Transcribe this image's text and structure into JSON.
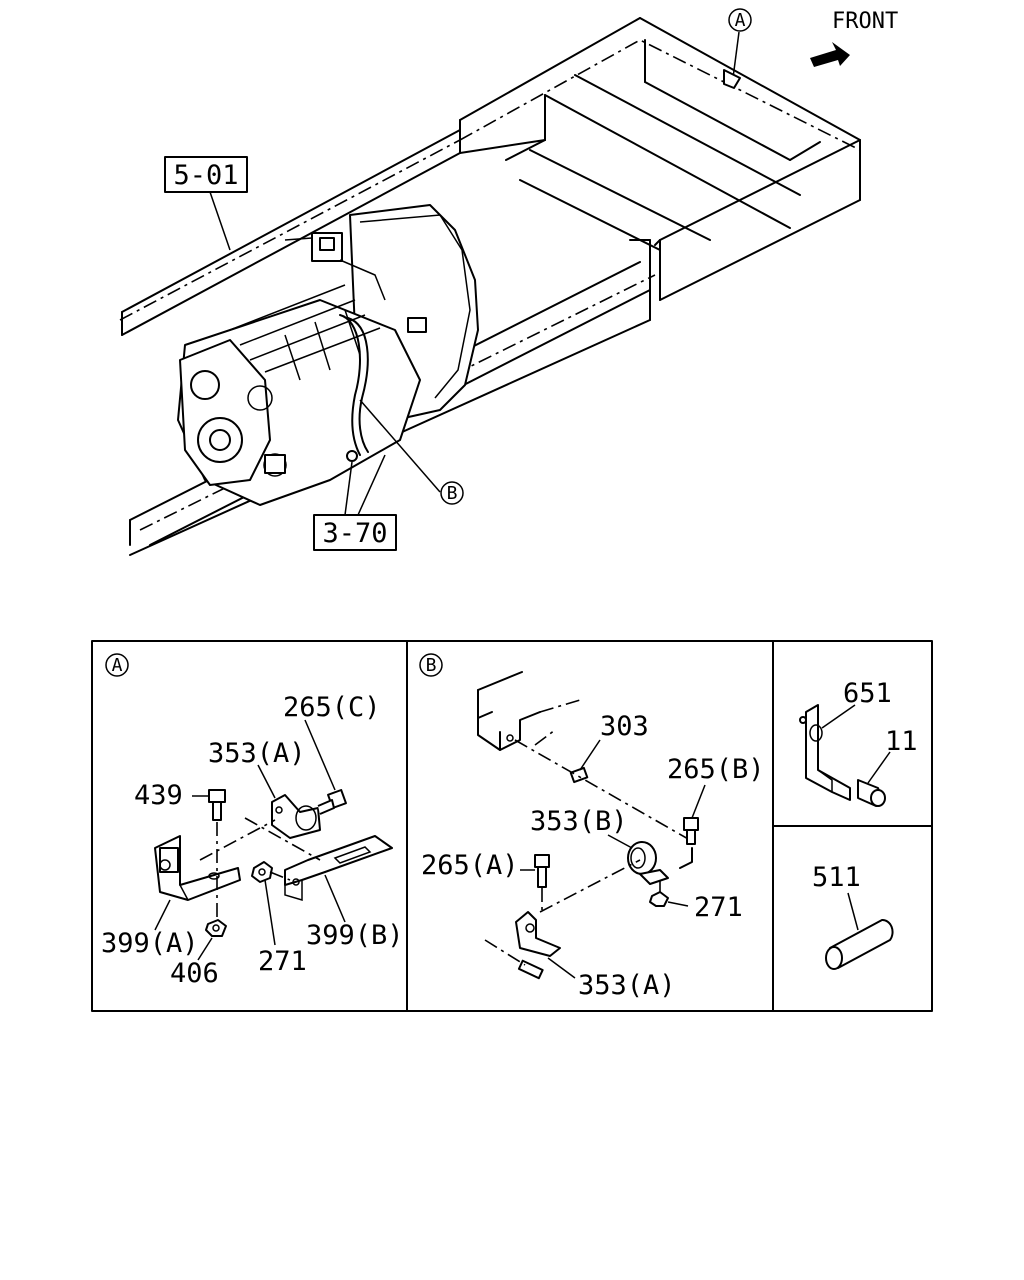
{
  "main_view": {
    "front_label": "FRONT",
    "callout_a": "A",
    "callout_b": "B",
    "ref_transmission": "5-01",
    "ref_wiring": "3-70"
  },
  "detail_a": {
    "title": "A",
    "labels": {
      "bolt_265c": "265(C)",
      "clip_353a": "353(A)",
      "bolt_439": "439",
      "bracket_399a": "399(A)",
      "nut_406": "406",
      "nut_271": "271",
      "bracket_399b": "399(B)"
    }
  },
  "detail_b": {
    "title": "B",
    "labels": {
      "part_303": "303",
      "bolt_265b": "265(B)",
      "clip_353b": "353(B)",
      "bolt_265a": "265(A)",
      "nut_271": "271",
      "clip_353a": "353(A)"
    }
  },
  "detail_c": {
    "labels": {
      "bracket_651": "651",
      "bolt_11": "11"
    }
  },
  "detail_d": {
    "labels": {
      "tube_511": "511"
    }
  }
}
